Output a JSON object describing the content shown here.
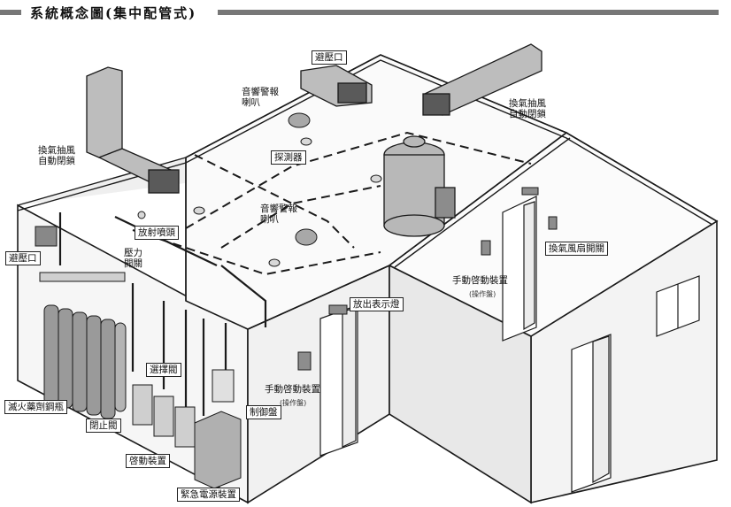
{
  "title": "系統概念圖(集中配管式)",
  "labels": {
    "vent_top": "避壓口",
    "speaker_top": "音響警報\n喇叭",
    "exhaust_right": "換氣抽風\n自動閉鎖",
    "exhaust_left": "換氣抽風\n自動閉鎖",
    "detector": "探測器",
    "speaker_mid": "音響警報\n喇叭",
    "nozzle": "放射噴頭",
    "vent_left": "避壓口",
    "pressure_switch": "壓力\n開關",
    "fan_switch": "換氣風扇開關",
    "manual_right": "手動啓動裝置",
    "manual_right_sub": "(操作盤)",
    "discharge_lamp": "放出表示燈",
    "selector_valve": "選擇閥",
    "manual_mid": "手動啓動裝置",
    "manual_mid_sub": "(操作盤)",
    "cylinder": "滅火藥劑鋼瓶",
    "control_panel": "制御盤",
    "shutoff_valve": "閉止閥",
    "starter": "啓動裝置",
    "power_supply": "緊急電源裝置"
  },
  "colors": {
    "line": "#1a1a1a",
    "wall": "#f4f4f4",
    "wall_shade": "#e2e2e2",
    "duct": "#bdbdbd",
    "cylinder": "#9a9a9a",
    "tank": "#b8b8b8",
    "header_bar": "#777777"
  }
}
